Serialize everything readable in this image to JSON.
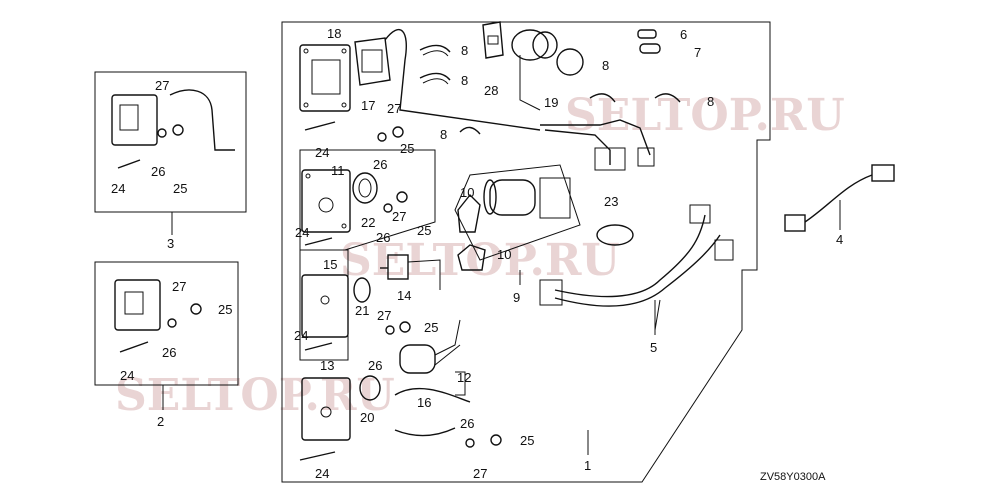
{
  "diagram": {
    "code": "ZV58Y0300A",
    "watermark": "SELTOP.RU",
    "callouts": {
      "p1": "1",
      "p2": "2",
      "p3": "3",
      "p4": "4",
      "p5": "5",
      "p6": "6",
      "p7": "7",
      "p8a": "8",
      "p8b": "8",
      "p8c": "8",
      "p8d": "8",
      "p8e": "8",
      "p9": "9",
      "p10a": "10",
      "p10b": "10",
      "p11": "11",
      "p12": "12",
      "p13": "13",
      "p14": "14",
      "p15": "15",
      "p16": "16",
      "p17": "17",
      "p18": "18",
      "p19": "19",
      "p20": "20",
      "p21": "21",
      "p22": "22",
      "p23": "23",
      "p24a": "24",
      "p24b": "24",
      "p24c": "24",
      "p24d": "24",
      "p24e": "24",
      "p24f": "24",
      "p25a": "25",
      "p25b": "25",
      "p25c": "25",
      "p25d": "25",
      "p25e": "25",
      "p25f": "25",
      "p26a": "26",
      "p26b": "26",
      "p26c": "26",
      "p26d": "26",
      "p26e": "26",
      "p26f": "26",
      "p27a": "27",
      "p27b": "27",
      "p27c": "27",
      "p27d": "27",
      "p27e": "27",
      "p27f": "27",
      "p28": "28"
    }
  }
}
